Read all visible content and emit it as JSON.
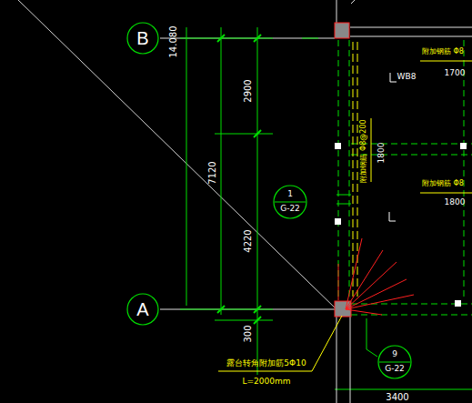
{
  "diagram": {
    "nodes": [
      {
        "text": [
          "B"
        ]
      },
      {
        "text": [
          "A"
        ]
      },
      {
        "text": [
          "1",
          "G-22"
        ]
      },
      {
        "text": [
          "9",
          "G-22"
        ]
      }
    ],
    "labels": [
      "14.080",
      "2900",
      "7120",
      "4220",
      "300",
      "WB8",
      "附加钢筋 Φ8@200",
      "1800",
      "附加钢筋 Φ8",
      "1700",
      "附加钢筋 Φ8",
      "1800",
      "露台转角附加筋5Φ10",
      "L=2000mm",
      "3400"
    ]
  }
}
